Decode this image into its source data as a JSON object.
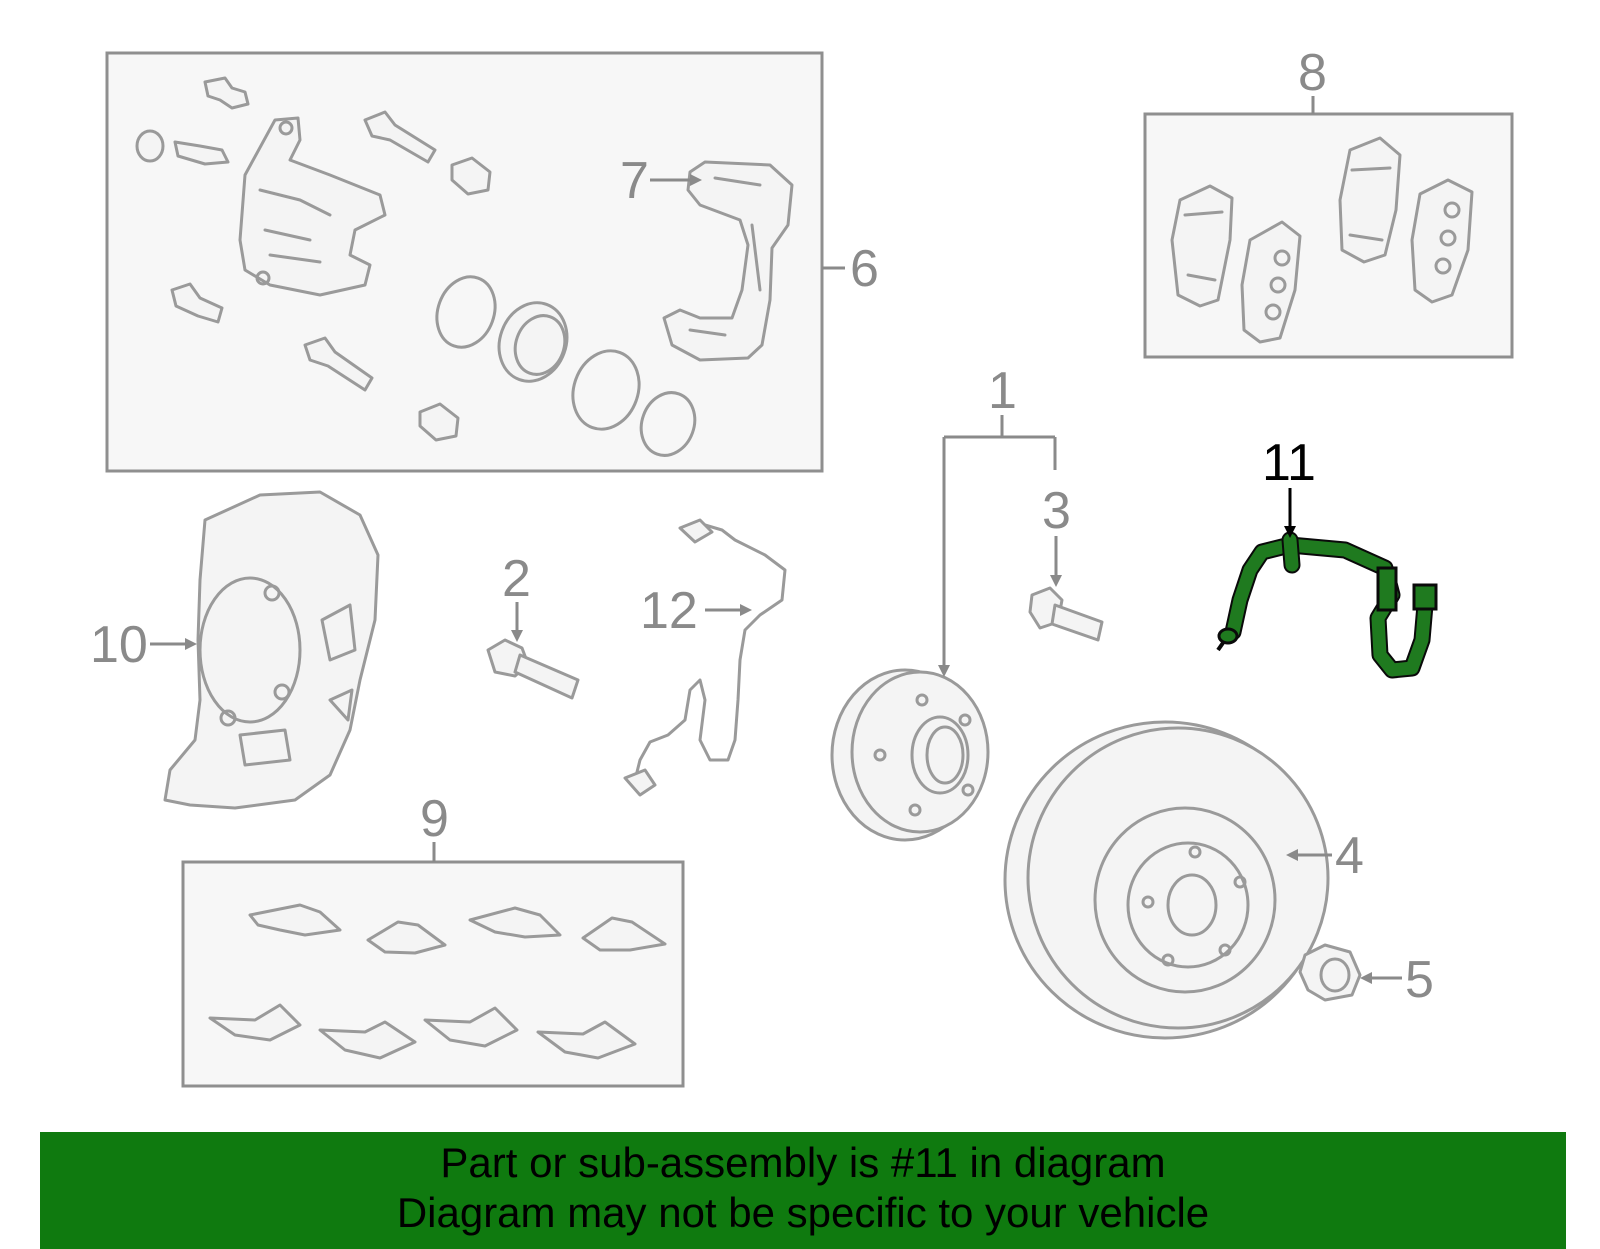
{
  "colors": {
    "highlight_part": "#1f7a1f",
    "banner_background": "#0f7a0f",
    "line_art": "#9a9a9a"
  },
  "callouts": {
    "c1": "1",
    "c2": "2",
    "c3": "3",
    "c4": "4",
    "c5": "5",
    "c6": "6",
    "c7": "7",
    "c8": "8",
    "c9": "9",
    "c10": "10",
    "c11": "11",
    "c12": "12"
  },
  "highlighted_part": "11",
  "banner": {
    "line1": "Part or sub-assembly is #11 in diagram",
    "line2": "Diagram may not be specific to your vehicle"
  }
}
